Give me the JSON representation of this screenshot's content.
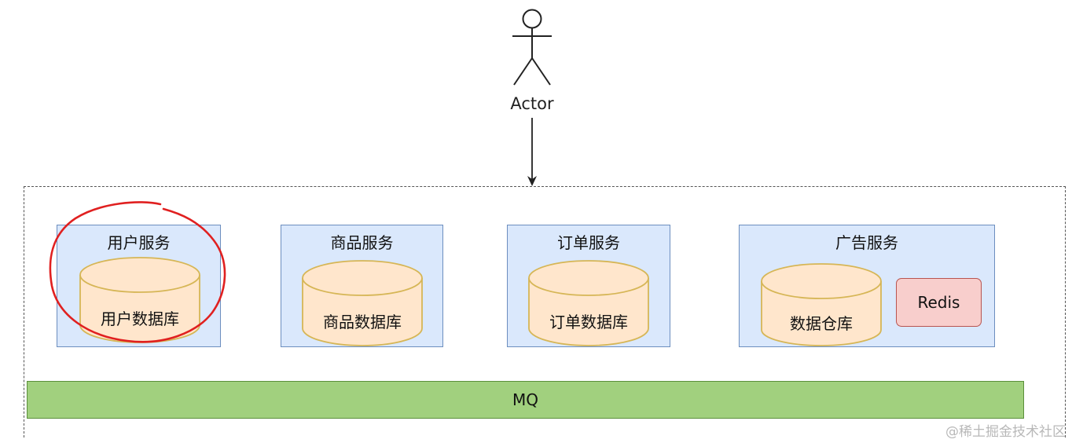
{
  "actor": {
    "label": "Actor"
  },
  "services": [
    {
      "title": "用户服务",
      "database": "用户数据库"
    },
    {
      "title": "商品服务",
      "database": "商品数据库"
    },
    {
      "title": "订单服务",
      "database": "订单数据库"
    },
    {
      "title": "广告服务",
      "database": "数据仓库",
      "cache": "Redis"
    }
  ],
  "mq": {
    "label": "MQ"
  },
  "watermark": "@稀土掘金技术社区",
  "colors": {
    "service_fill": "#dae8fc",
    "service_stroke": "#6c8ebf",
    "db_fill": "#ffe6cc",
    "db_stroke": "#d6b656",
    "redis_fill": "#f8cecc",
    "mq_fill": "#a1d07e",
    "annotation": "#e02020"
  }
}
